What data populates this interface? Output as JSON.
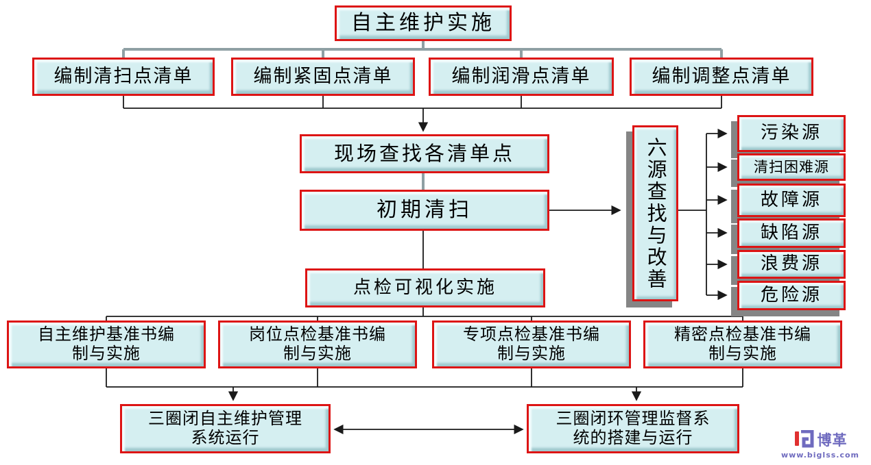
{
  "diagram": {
    "root": {
      "label": "自主维护实施"
    },
    "checklists": [
      {
        "label": "编制清扫点清单"
      },
      {
        "label": "编制紧固点清单"
      },
      {
        "label": "编制润滑点清单"
      },
      {
        "label": "编制调整点清单"
      }
    ],
    "process": {
      "find_points": "现场查找各清单点",
      "initial_cleaning": "初期清扫",
      "inspection_visualization": "点检可视化实施"
    },
    "six_sources": {
      "label": "六源查找与改善",
      "items": [
        {
          "label": "污染源"
        },
        {
          "label": "清扫困难源"
        },
        {
          "label": "故障源"
        },
        {
          "label": "缺陷源"
        },
        {
          "label": "浪费源"
        },
        {
          "label": "危险源"
        }
      ]
    },
    "standards": [
      {
        "line1": "自主维护基准书编",
        "line2": "制与实施"
      },
      {
        "line1": "岗位点检基准书编",
        "line2": "制与实施"
      },
      {
        "line1": "专项点检基准书编",
        "line2": "制与实施"
      },
      {
        "line1": "精密点检基准书编",
        "line2": "制与实施"
      }
    ],
    "systems": [
      {
        "line1": "三圈闭自主维护管理",
        "line2": "系统运行"
      },
      {
        "line1": "三圈闭环管理监督系",
        "line2": "统的搭建与运行"
      }
    ]
  },
  "logo": {
    "brand": "博革",
    "website": "www.biglss.com"
  },
  "colors": {
    "box_border": "#dd1414",
    "box_fill": "#d5eff1",
    "bevel_light": "#f3fcfd",
    "bevel_dark": "#9fc9cf",
    "drop_shadow": "#858585",
    "top_connector": "#8fa0a4",
    "connector": "#1a1a1a",
    "logo_purple": "#6f6bbf",
    "logo_red": "#e03030"
  }
}
